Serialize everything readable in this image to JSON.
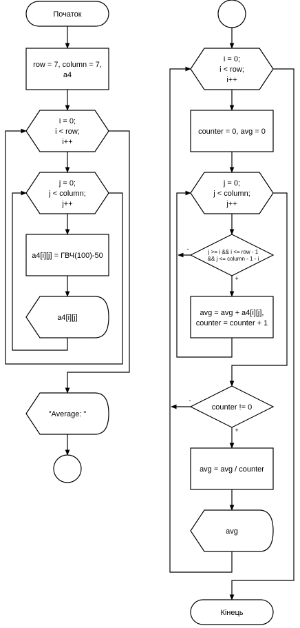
{
  "left": {
    "start": "Початок",
    "init": [
      "row = 7, column = 7,",
      "a4"
    ],
    "loop_i": [
      "i = 0;",
      "i < row;",
      "i++"
    ],
    "loop_j": [
      "j = 0;",
      "j < column;",
      "j++"
    ],
    "assign": "a4[i][j] = ГВЧ(100)-50",
    "output": "a4[i][j]",
    "print_avg": "\"Average: \""
  },
  "right": {
    "loop_i": [
      "i = 0;",
      "i < row;",
      "i++"
    ],
    "reset": "counter = 0, avg = 0",
    "loop_j": [
      "j = 0;",
      "j < column;",
      "j++"
    ],
    "cond": [
      "j >= i && i <= row - 1",
      "&& j <= column - 1 - i"
    ],
    "cond_no": "-",
    "cond_yes": "+",
    "accumulate": [
      "avg = avg + a4[i][j],",
      "counter = counter + 1"
    ],
    "check": "counter != 0",
    "check_no": "-",
    "check_yes": "+",
    "divide": "avg = avg / counter",
    "output": "avg",
    "end": "Кінець"
  }
}
